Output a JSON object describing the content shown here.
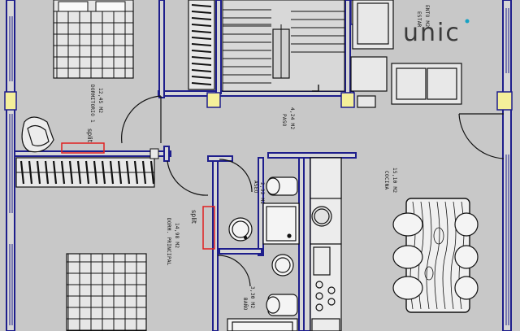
{
  "brand": {
    "logo_text": "unic",
    "colors": {
      "dark": "#3a3a3a",
      "accent": "#17a2c4"
    }
  },
  "rooms": [
    {
      "name": "DORMITORIO 1",
      "area": "12,45 M2"
    },
    {
      "name": "PASO",
      "area": "4,24 M2"
    },
    {
      "name": "ESTAR",
      "area": "ENTO M2"
    },
    {
      "name": "COCINA",
      "area": "15,10 M2"
    },
    {
      "name": "DORM. PRINCIPAL",
      "area": "14,98 M2"
    },
    {
      "name": "ASEO",
      "area": "2,32 M2"
    },
    {
      "name": "BAÑO",
      "area": "3,30 M2"
    }
  ],
  "labels": {
    "split_1": "split",
    "split_2": "split"
  },
  "colors": {
    "background": "#c8c8c8",
    "wall_blue": "#1e1e8c",
    "red_marker": "#e02020",
    "yellow_column": "#f4ef9a"
  }
}
